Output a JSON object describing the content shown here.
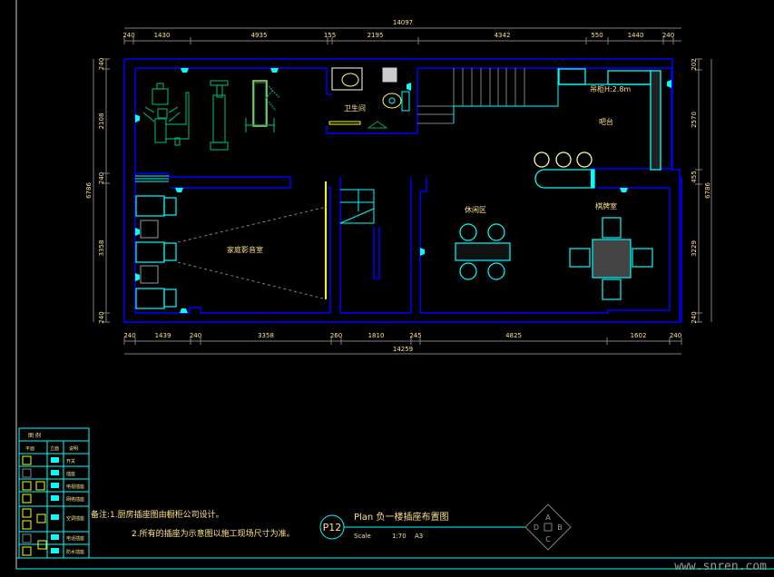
{
  "dimensions": {
    "top_total": "14097",
    "top_segments": [
      "240",
      "1430",
      "4935",
      "155",
      "2195",
      "4342",
      "550",
      "1440",
      "240"
    ],
    "bottom_total": "14259",
    "bottom_segments": [
      "240",
      "1439",
      "240",
      "3358",
      "260",
      "1810",
      "245",
      "4825",
      "1602",
      "240"
    ],
    "left_total": "6786",
    "left_segments": [
      "240",
      "2108",
      "240",
      "3358",
      "240"
    ],
    "right_total": "6786",
    "right_segments": [
      "202",
      "2570",
      "455",
      "3229",
      "240"
    ]
  },
  "rooms": {
    "bathroom": "卫生间",
    "bar": "吧台",
    "cabinet_note": "吊柜H:2.8m",
    "theater": "家庭影音室",
    "lounge": "休闲区",
    "chess_room": "棋牌室"
  },
  "legend": {
    "title": "图 例",
    "headers": [
      "平面",
      "立面",
      "说明"
    ],
    "rows": [
      "开关",
      "插座",
      "电视插座",
      "网络插座",
      "空调插座",
      "电话插座",
      "防水插座"
    ]
  },
  "notes": {
    "line1": "备注:1.厨房插座图由橱柜公司设计。",
    "line2": "2.所有的插座为示意图以施工现场尺寸为准。"
  },
  "title_block": {
    "sheet": "P12",
    "title": "Plan 负一楼插座布置图",
    "scale_label": "Scale",
    "scale": "1:70",
    "paper": "A3",
    "compass": [
      "A",
      "B",
      "C",
      "D"
    ]
  },
  "watermark": "www.snren.com",
  "colors": {
    "wall": "#0000ff",
    "fixture": "#00ffff",
    "text": "#ffe08a",
    "dim": "#808080",
    "furniture": "#00a070"
  }
}
